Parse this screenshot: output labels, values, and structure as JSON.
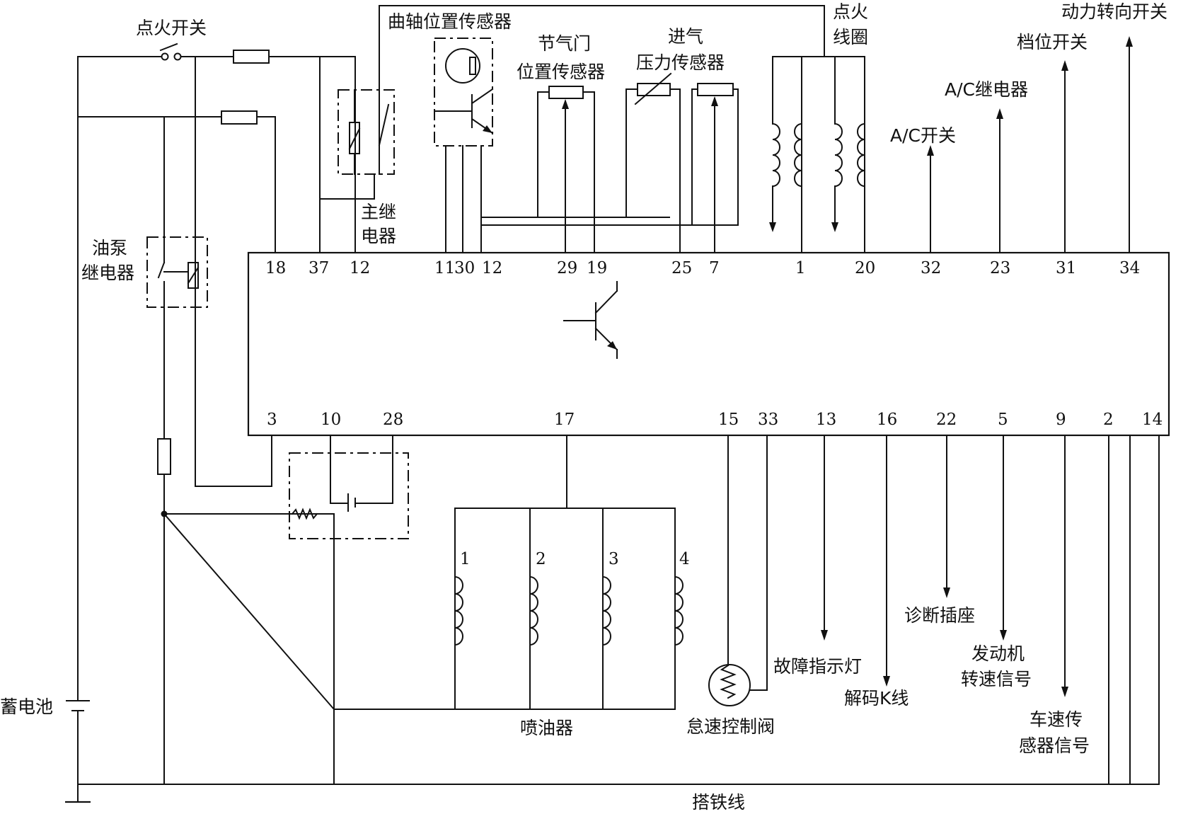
{
  "labels": {
    "ignition_switch": "点火开关",
    "crank_sensor": "曲轴位置传感器",
    "ignition_coil_1": "点火",
    "ignition_coil_2": "线圈",
    "power_steering_switch": "动力转向开关",
    "gear_switch": "档位开关",
    "throttle_1": "节气门",
    "throttle_2": "位置传感器",
    "map_1": "进气",
    "map_2": "压力传感器",
    "ac_relay": "A/C继电器",
    "ac_switch": "A/C开关",
    "main_relay_1": "主继",
    "main_relay_2": "电器",
    "fuel_pump_relay_1": "油泵",
    "fuel_pump_relay_2": "继电器",
    "battery": "蓄电池",
    "injectors": "喷油器",
    "idle_valve": "怠速控制阀",
    "fault_lamp": "故障指示灯",
    "decode_k_line": "解码K线",
    "diag_socket": "诊断插座",
    "engine_speed_1": "发动机",
    "engine_speed_2": "转速信号",
    "vss_1": "车速传",
    "vss_2": "感器信号",
    "ground_wire": "搭铁线"
  },
  "ecu_top_pins": [
    "18",
    "37",
    "12",
    "11",
    "30",
    "12",
    "29",
    "19",
    "25",
    "7",
    "1",
    "20",
    "32",
    "23",
    "31",
    "34"
  ],
  "ecu_bottom_pins": [
    "3",
    "10",
    "28",
    "17",
    "15",
    "33",
    "13",
    "16",
    "22",
    "5",
    "9",
    "2",
    "14"
  ],
  "injector_numbers": [
    "1",
    "2",
    "3",
    "4"
  ],
  "colors": {
    "line": "#111111",
    "background": "#ffffff"
  }
}
